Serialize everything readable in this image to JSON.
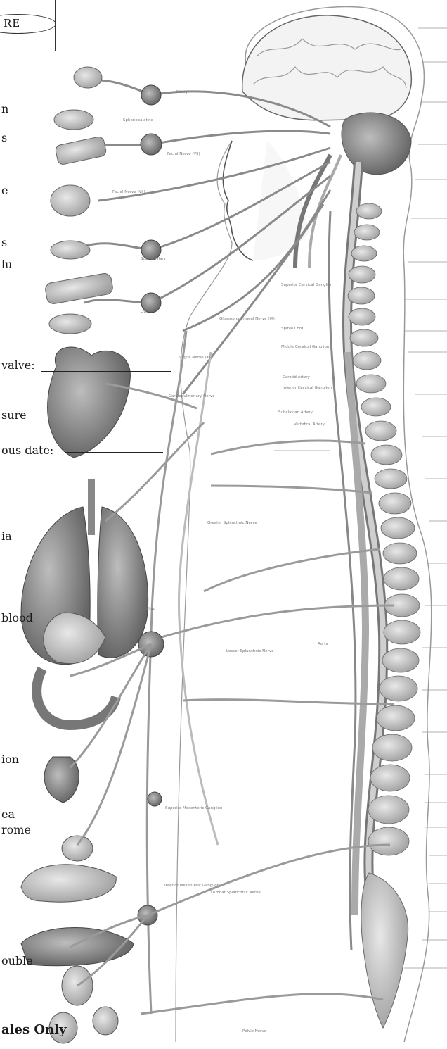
{
  "header": {
    "box_label": "RE"
  },
  "left_fragments": [
    {
      "key": "f1",
      "text": "n"
    },
    {
      "key": "f2",
      "text": "s"
    },
    {
      "key": "f3",
      "text": "e"
    },
    {
      "key": "f4",
      "text": "s"
    },
    {
      "key": "f5",
      "text": "lu"
    },
    {
      "key": "f6",
      "text": "valve:"
    },
    {
      "key": "f7",
      "text": "sure"
    },
    {
      "key": "f8",
      "text": "ous date:"
    },
    {
      "key": "f9",
      "text": "ia"
    },
    {
      "key": "f10",
      "text": "blood"
    },
    {
      "key": "f11",
      "text": "ion"
    },
    {
      "key": "f12",
      "text": "ea"
    },
    {
      "key": "f13",
      "text": "rome"
    },
    {
      "key": "f14",
      "text": "ouble"
    },
    {
      "key": "f15",
      "text": "ales Only"
    }
  ],
  "diagram_labels": {
    "facial_nerve_top": "Facial Nerve (VII)",
    "facial_nerve_mid": "Facial Nerve (VII)",
    "sphenopalatine": "Sphenopalatine",
    "submaxillary": "Submaxillary",
    "otic": "Otic",
    "ciliary": "Ciliary",
    "glossopharyngeal": "Glossopharyngeal Nerve (IX)",
    "vagus": "Vagus Nerve (X)",
    "superior_cervical": "Superior Cervical Ganglion",
    "spinal_cord": "Spinal Cord",
    "middle_cervical": "Middle Cervical Ganglion",
    "carotid_artery": "Carotid Artery",
    "inferior_cervical": "Inferior Cervical Ganglion",
    "subclavian_artery": "Subclavian Artery",
    "vertebral_artery": "Vertebral Artery",
    "cardiopulmonary": "Cardiopulmonary Nerve",
    "greater_splanchnic": "Greater Splanchnic Nerve",
    "celiac": "Celiac",
    "lesser_splanchnic": "Lesser Splanchnic Nerve",
    "aorta": "Aorta",
    "superior_mesenteric": "Superior Mesenteric Ganglion",
    "inferior_mesenteric": "Inferior Mesenteric Ganglion",
    "lumbar_splanchnic": "Lumbar Splanchnic Nerve",
    "pelvic_nerve": "Pelvic Nerve"
  }
}
